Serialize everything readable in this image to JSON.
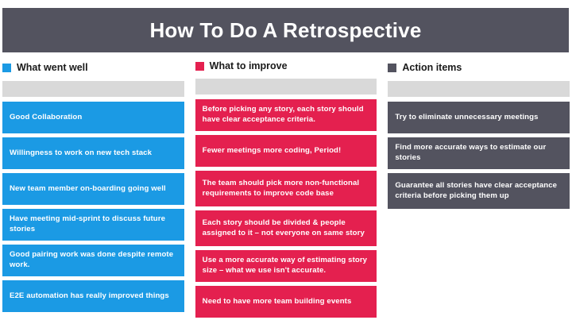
{
  "header": {
    "title": "How To Do A Retrospective",
    "background_color": "#53535f",
    "text_color": "#ffffff"
  },
  "colors": {
    "what_went_well": "#1b9ae4",
    "what_to_improve": "#e4204f",
    "action_items": "#53535f",
    "placeholder": "#d9d9d9",
    "page_background": "#ffffff"
  },
  "columns": [
    {
      "label": "What went well",
      "swatch_color": "#1b9ae4",
      "cards": [
        "Good Collaboration",
        "Willingness to work on new tech stack",
        "New team member on-boarding going well",
        "Have meeting mid-sprint to discuss future stories",
        "Good pairing work was done despite remote work.",
        "E2E automation has really improved things"
      ]
    },
    {
      "label": "What to improve",
      "swatch_color": "#e4204f",
      "cards": [
        "Before picking any story, each story should have clear acceptance criteria.",
        "Fewer meetings more coding, Period!",
        "The team should pick more non-functional requirements to improve code base",
        "Each story should be divided & people assigned to it – not everyone on same story",
        "Use a more accurate way of estimating story size – what we use isn't accurate.",
        "Need to have more team building events"
      ]
    },
    {
      "label": "Action items",
      "swatch_color": "#53535f",
      "cards": [
        "Try to eliminate unnecessary meetings",
        "Find more accurate ways to estimate our stories",
        "Guarantee all stories have clear acceptance criteria before picking them up"
      ]
    }
  ]
}
